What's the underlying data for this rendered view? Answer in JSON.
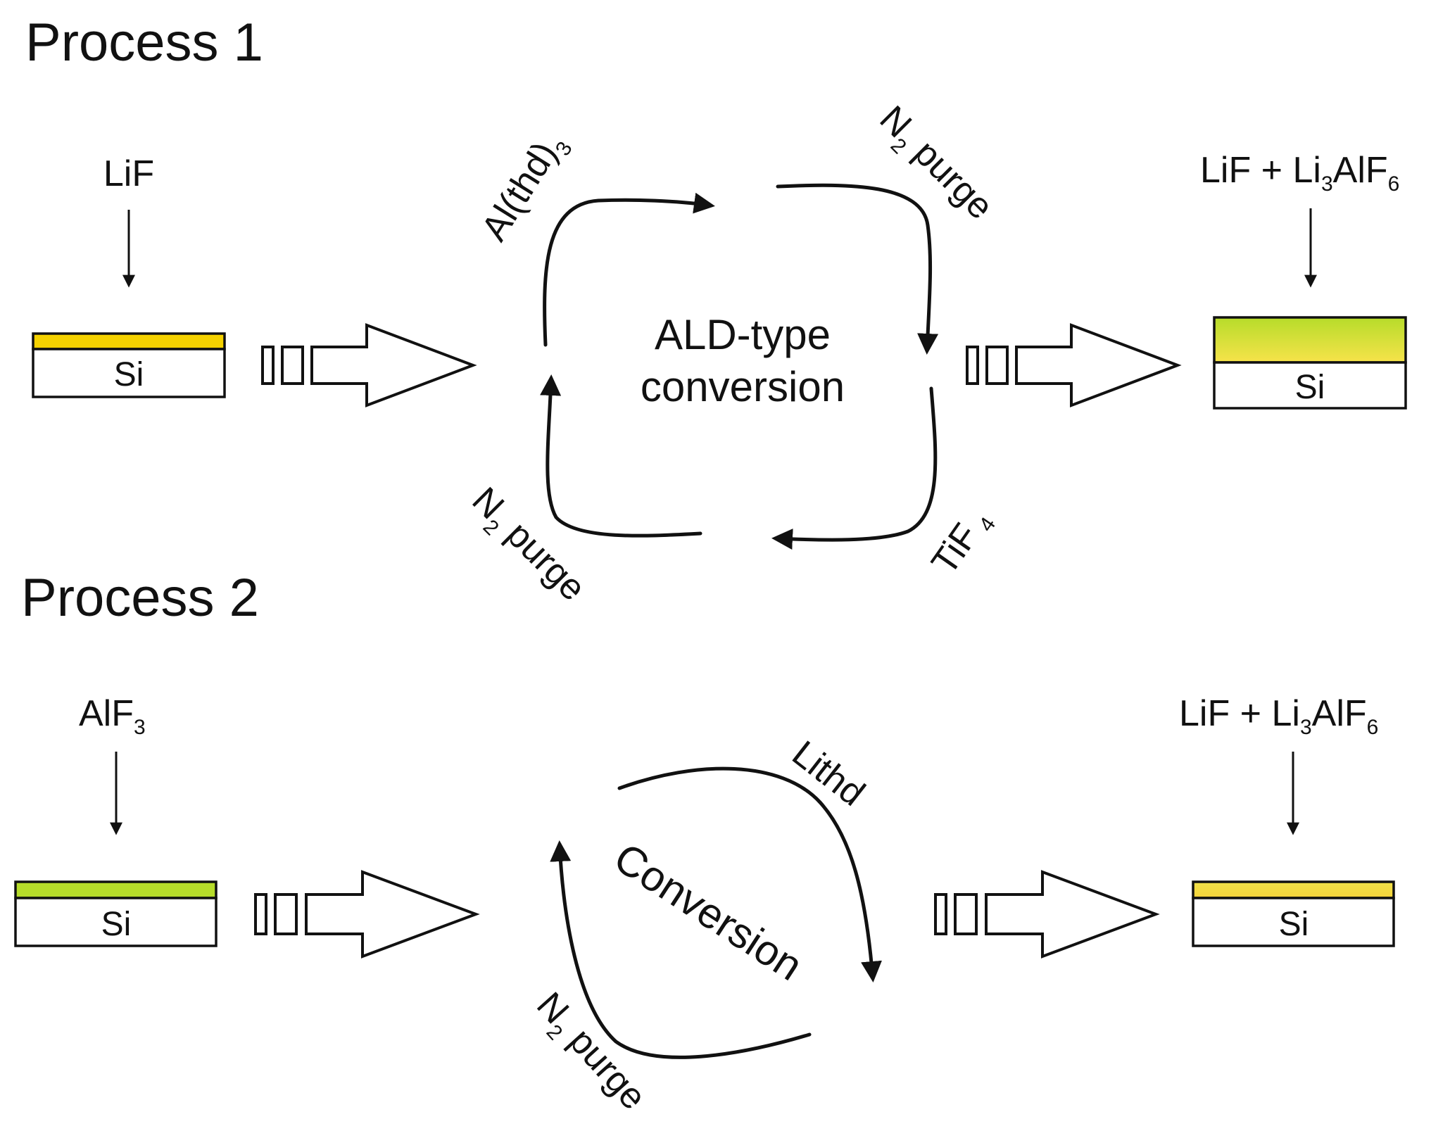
{
  "process1": {
    "title": "Process 1",
    "input_label": "LiF",
    "substrate": "Si",
    "center_line1": "ALD-type",
    "center_line2": "conversion",
    "step_al": {
      "main": "Al(thd)",
      "sub": "3"
    },
    "step_n2_top": {
      "main": "N",
      "sub": "2",
      "rest": " purge"
    },
    "step_tif": {
      "main": "TiF",
      "sub": "4"
    },
    "step_n2_bottom": {
      "main": "N",
      "sub": "2",
      "rest": " purge"
    },
    "output_label": {
      "a": "LiF + Li",
      "sub1": "3",
      "b": "AlF",
      "sub2": "6"
    },
    "output_substrate": "Si"
  },
  "process2": {
    "title": "Process 2",
    "input_label": {
      "main": "AlF",
      "sub": "3"
    },
    "substrate": "Si",
    "center": "Conversion",
    "step_lithd": "Lithd",
    "step_n2": {
      "main": "N",
      "sub": "2",
      "rest": " purge"
    },
    "output_label": {
      "a": "LiF + Li",
      "sub1": "3",
      "b": "AlF",
      "sub2": "6"
    },
    "output_substrate": "Si"
  },
  "colors": {
    "yellow": "#f5d200",
    "green": "#b6dc2a",
    "yellow_light": "#f0e44c",
    "outline": "#111111"
  }
}
